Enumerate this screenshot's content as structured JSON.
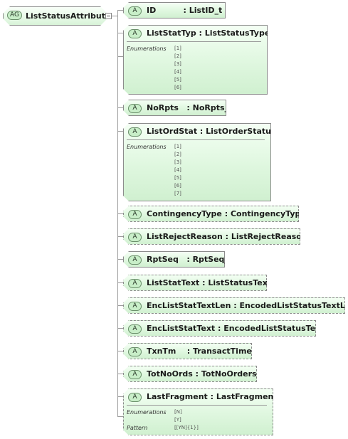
{
  "root": {
    "badge": "AG",
    "name": "ListStatusAttributes"
  },
  "attributes": [
    {
      "badge": "A",
      "label": "ID          : ListID_t"
    },
    {
      "badge": "A",
      "label": "ListStatTyp : ListStatusType_t",
      "facets": {
        "label": "Enumerations",
        "values": [
          "[1]",
          "[2]",
          "[3]",
          "[4]",
          "[5]",
          "[6]"
        ]
      }
    },
    {
      "badge": "A",
      "label": "NoRpts   : NoRpts_t"
    },
    {
      "badge": "A",
      "label": "ListOrdStat : ListOrderStatus_t",
      "facets": {
        "label": "Enumerations",
        "values": [
          "[1]",
          "[2]",
          "[3]",
          "[4]",
          "[5]",
          "[6]",
          "[7]"
        ]
      }
    },
    {
      "badge": "A",
      "label": "ContingencyType : ContingencyType_t"
    },
    {
      "badge": "A",
      "label": "ListRejectReason : ListRejectReason_t"
    },
    {
      "badge": "A",
      "label": "RptSeq   : RptSeq_t"
    },
    {
      "badge": "A",
      "label": "ListStatText : ListStatusText_t"
    },
    {
      "badge": "A",
      "label": "EncListStatTextLen : EncodedListStatusTextLen_t"
    },
    {
      "badge": "A",
      "label": "EncListStatText : EncodedListStatusText_t"
    },
    {
      "badge": "A",
      "label": "TxnTm    : TransactTime_t"
    },
    {
      "badge": "A",
      "label": "TotNoOrds : TotNoOrders_t"
    },
    {
      "badge": "A",
      "label": "LastFragment : LastFragment_t",
      "facets": {
        "label": "Enumerations",
        "values": [
          "[N]",
          "[Y]"
        ],
        "pattern_label": "Pattern",
        "pattern_value": "[[YN]{1}]"
      }
    }
  ]
}
